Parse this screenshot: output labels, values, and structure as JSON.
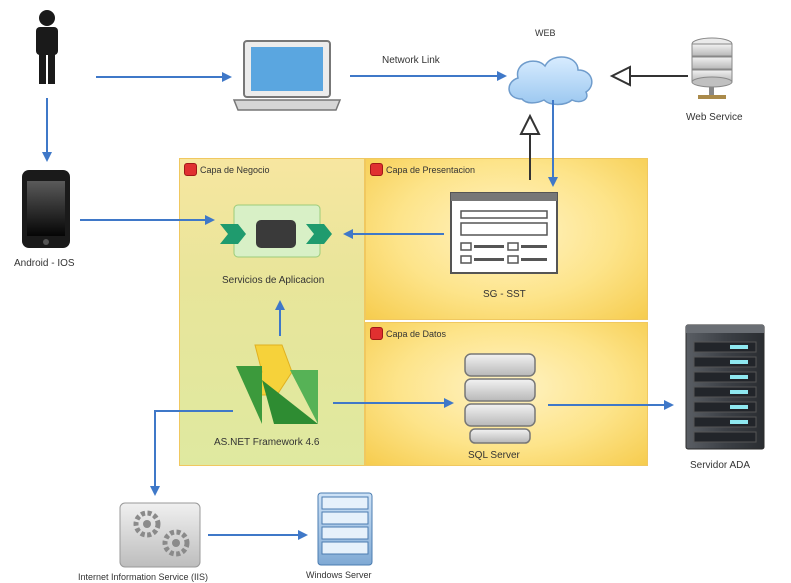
{
  "labels": {
    "web": "WEB",
    "network_link": "Network Link",
    "web_service": "Web Service",
    "android_ios": "Android - IOS",
    "servicios": "Servicios de Aplicacion",
    "sg_sst": "SG - SST",
    "framework": "AS.NET Framework 4.6",
    "sql_server": "SQL Server",
    "servidor_ada": "Servidor ADA",
    "iis": "Internet Information Service (IIS)",
    "windows_server": "Windows Server"
  },
  "layers": {
    "negocio": "Capa de Negocio",
    "presentacion": "Capa de Presentacion",
    "datos": "Capa de Datos"
  },
  "colors": {
    "arrow": "#3f78c8",
    "layer_fill": "#fbd96a",
    "layer_marker": "#e03030"
  }
}
